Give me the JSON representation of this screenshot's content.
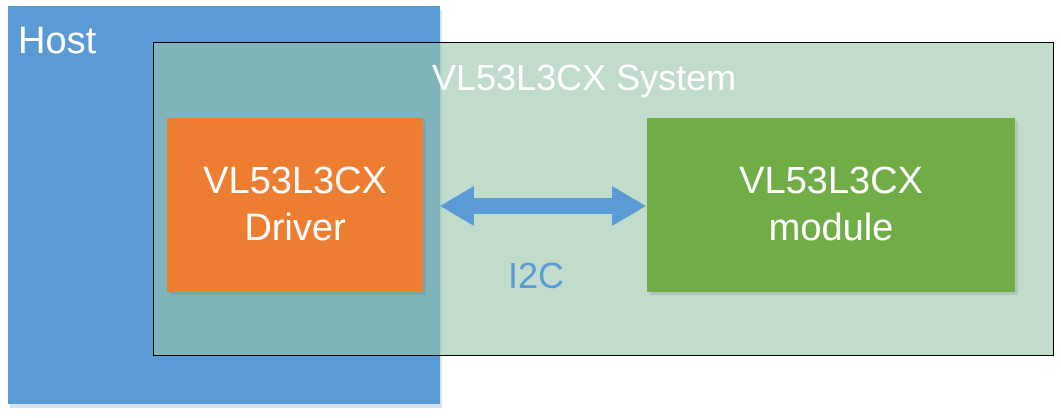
{
  "host": {
    "label": "Host"
  },
  "system": {
    "label": "VL53L3CX System"
  },
  "driver": {
    "line1": "VL53L3CX",
    "line2": "Driver"
  },
  "module": {
    "line1": "VL53L3CX",
    "line2": "module"
  },
  "link": {
    "label": "I2C"
  },
  "colors": {
    "host": "#5b9bd5",
    "driver": "#ed7d31",
    "module": "#70ad47",
    "arrow": "#5b9bd5"
  }
}
